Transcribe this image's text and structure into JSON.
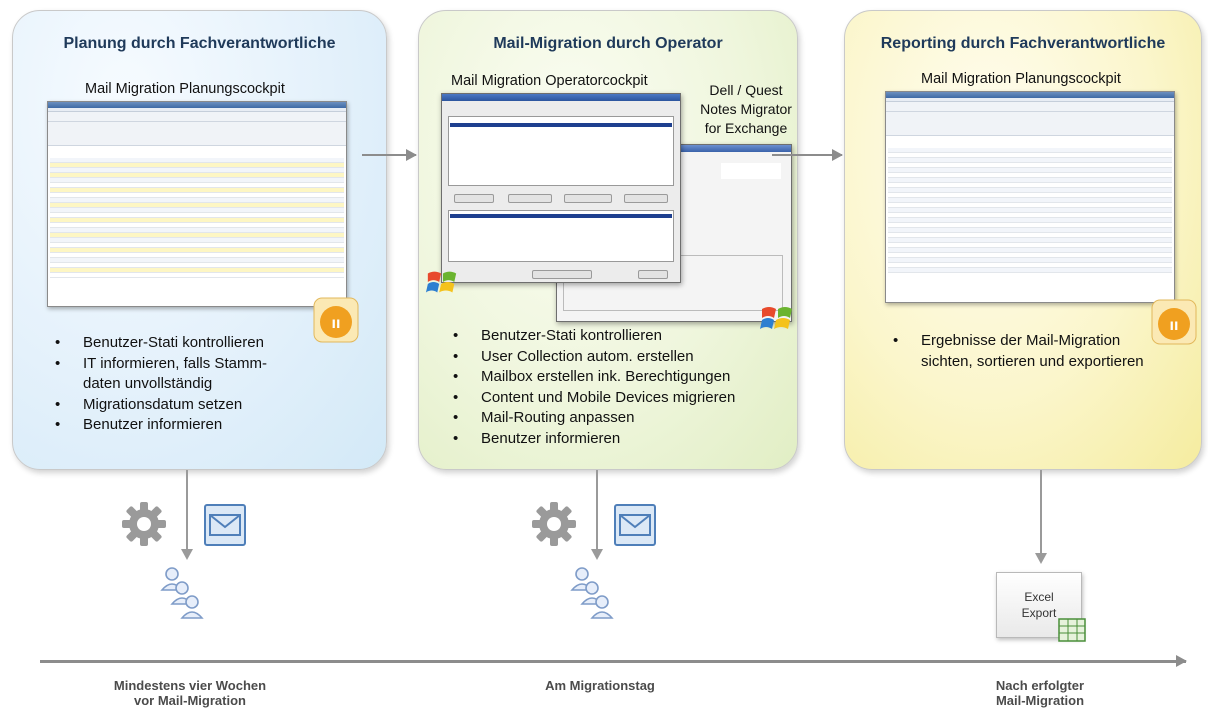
{
  "panels": {
    "left": {
      "title": "Planung durch Fachverantwortliche",
      "screenshot_caption": "Mail Migration Planungscockpit",
      "bullets": [
        "Benutzer-Stati kontrollieren",
        "IT informieren, falls Stamm-",
        "daten unvollständig",
        "Migrationsdatum setzen",
        "Benutzer informieren"
      ]
    },
    "middle": {
      "title": "Mail-Migration durch Operator",
      "screenshot_caption": "Mail Migration Operatorcockpit",
      "tool_label_lines": [
        "Dell / Quest",
        "Notes Migrator",
        "for Exchange"
      ],
      "bullets": [
        "Benutzer-Stati kontrollieren",
        "User Collection autom. erstellen",
        "Mailbox erstellen ink. Berechtigungen",
        "Content und Mobile Devices migrieren",
        "Mail-Routing anpassen",
        "Benutzer informieren"
      ]
    },
    "right": {
      "title": "Reporting durch Fachverantwortliche",
      "screenshot_caption": "Mail Migration Planungscockpit",
      "bullets": [
        "Ergebnisse der Mail-Migration",
        "sichten, sortieren und exportieren"
      ]
    }
  },
  "excel_export": {
    "line1": "Excel",
    "line2": "Export"
  },
  "timeline": {
    "left": [
      "Mindestens vier Wochen",
      "vor Mail-Migration"
    ],
    "middle": [
      "Am Migrationstag"
    ],
    "right": [
      "Nach erfolgter",
      "Mail-Migration"
    ]
  },
  "icons": {
    "gear": "gear-icon",
    "mail": "envelope-icon",
    "users": "users-group-icon",
    "windows": "windows-logo-icon",
    "app": "app-logo-icon"
  },
  "colors": {
    "panel_left": "#d3e9f7",
    "panel_middle": "#e1eec4",
    "panel_right": "#f5ec9f",
    "title": "#1f3a5a",
    "arrow": "#8c8c8c"
  }
}
